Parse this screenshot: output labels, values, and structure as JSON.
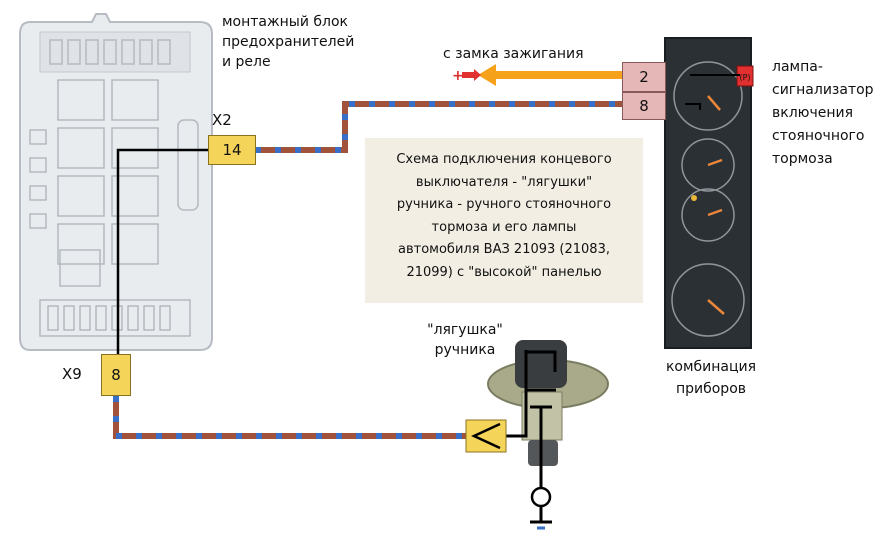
{
  "labels": {
    "fuse_block": [
      "монтажный блок",
      "предохранителей",
      "и реле"
    ],
    "ignition": "с замка зажигания",
    "lamp": [
      "лампа-",
      "сигнализатор",
      "включения",
      "стояночного",
      "тормоза"
    ],
    "cluster": [
      "комбинация",
      "приборов"
    ],
    "switch": [
      "\"лягушка\"",
      "ручника"
    ],
    "x2": "X2",
    "x9": "X9"
  },
  "pins": {
    "x2_pin": "14",
    "x9_pin": "8",
    "cluster_top": "2",
    "cluster_bottom": "8"
  },
  "note": [
    "Схема подключения концевого",
    "выключателя - \"лягушки\"",
    "ручника - ручного стояночного",
    "тормоза и его лампы",
    "автомобиля ВАЗ 21093 (21083,",
    "21099) с \"высокой\" панелью"
  ],
  "colors": {
    "wire_brown": "#a0523a",
    "wire_blue": "#3a6fc8",
    "arrow_orange": "#f5a21a",
    "plus_red": "#e03030",
    "connector_yellow": "#f5d45a",
    "connector_pink": "#e6b7b7"
  }
}
